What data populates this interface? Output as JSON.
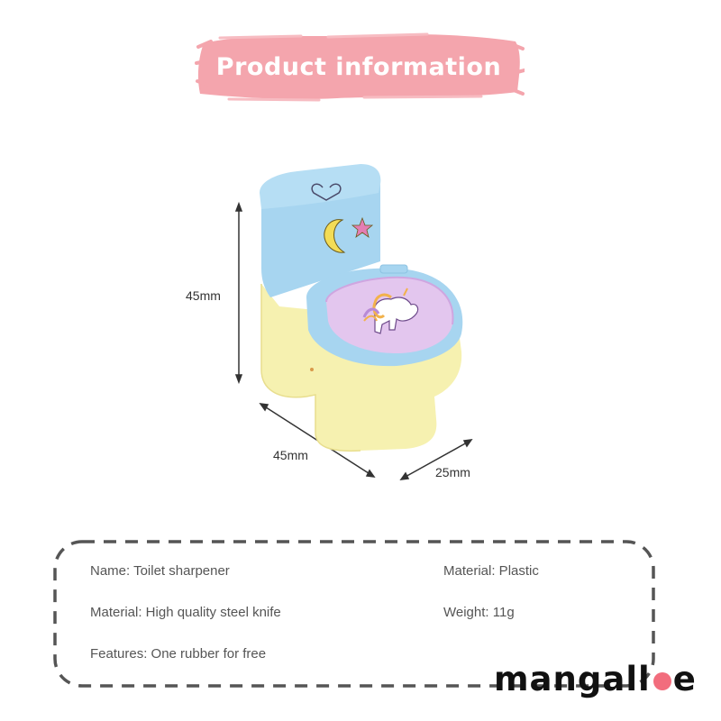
{
  "title": "Product information",
  "dimensions": {
    "height": "45mm",
    "width": "45mm",
    "depth": "25mm"
  },
  "info": {
    "name": "Name: Toilet sharpener",
    "material_blade": "Material: High quality steel knife",
    "features": "Features: One rubber for free",
    "material": "Material: Plastic",
    "weight": "Weight: 11g"
  },
  "brand": {
    "prefix": "mangall",
    "suffix": "e"
  },
  "colors": {
    "title_band": "#f4a5ad",
    "tank": "#a7d5f0",
    "base": "#f6f1b0",
    "lid": "#e3c6ee",
    "brand_dot": "#f26d7d"
  }
}
